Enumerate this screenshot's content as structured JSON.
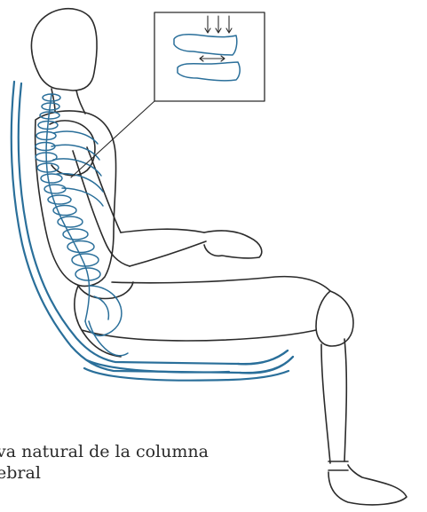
{
  "figure": {
    "caption": "va natural de la columna\nebral",
    "colors": {
      "outline": "#2b2b2b",
      "spine": "#2a6f9a",
      "chair": "#2a6f9a",
      "background": "#ffffff"
    },
    "parts": [
      "seated-figure",
      "chair",
      "spine",
      "vertebra-detail-inset"
    ]
  }
}
